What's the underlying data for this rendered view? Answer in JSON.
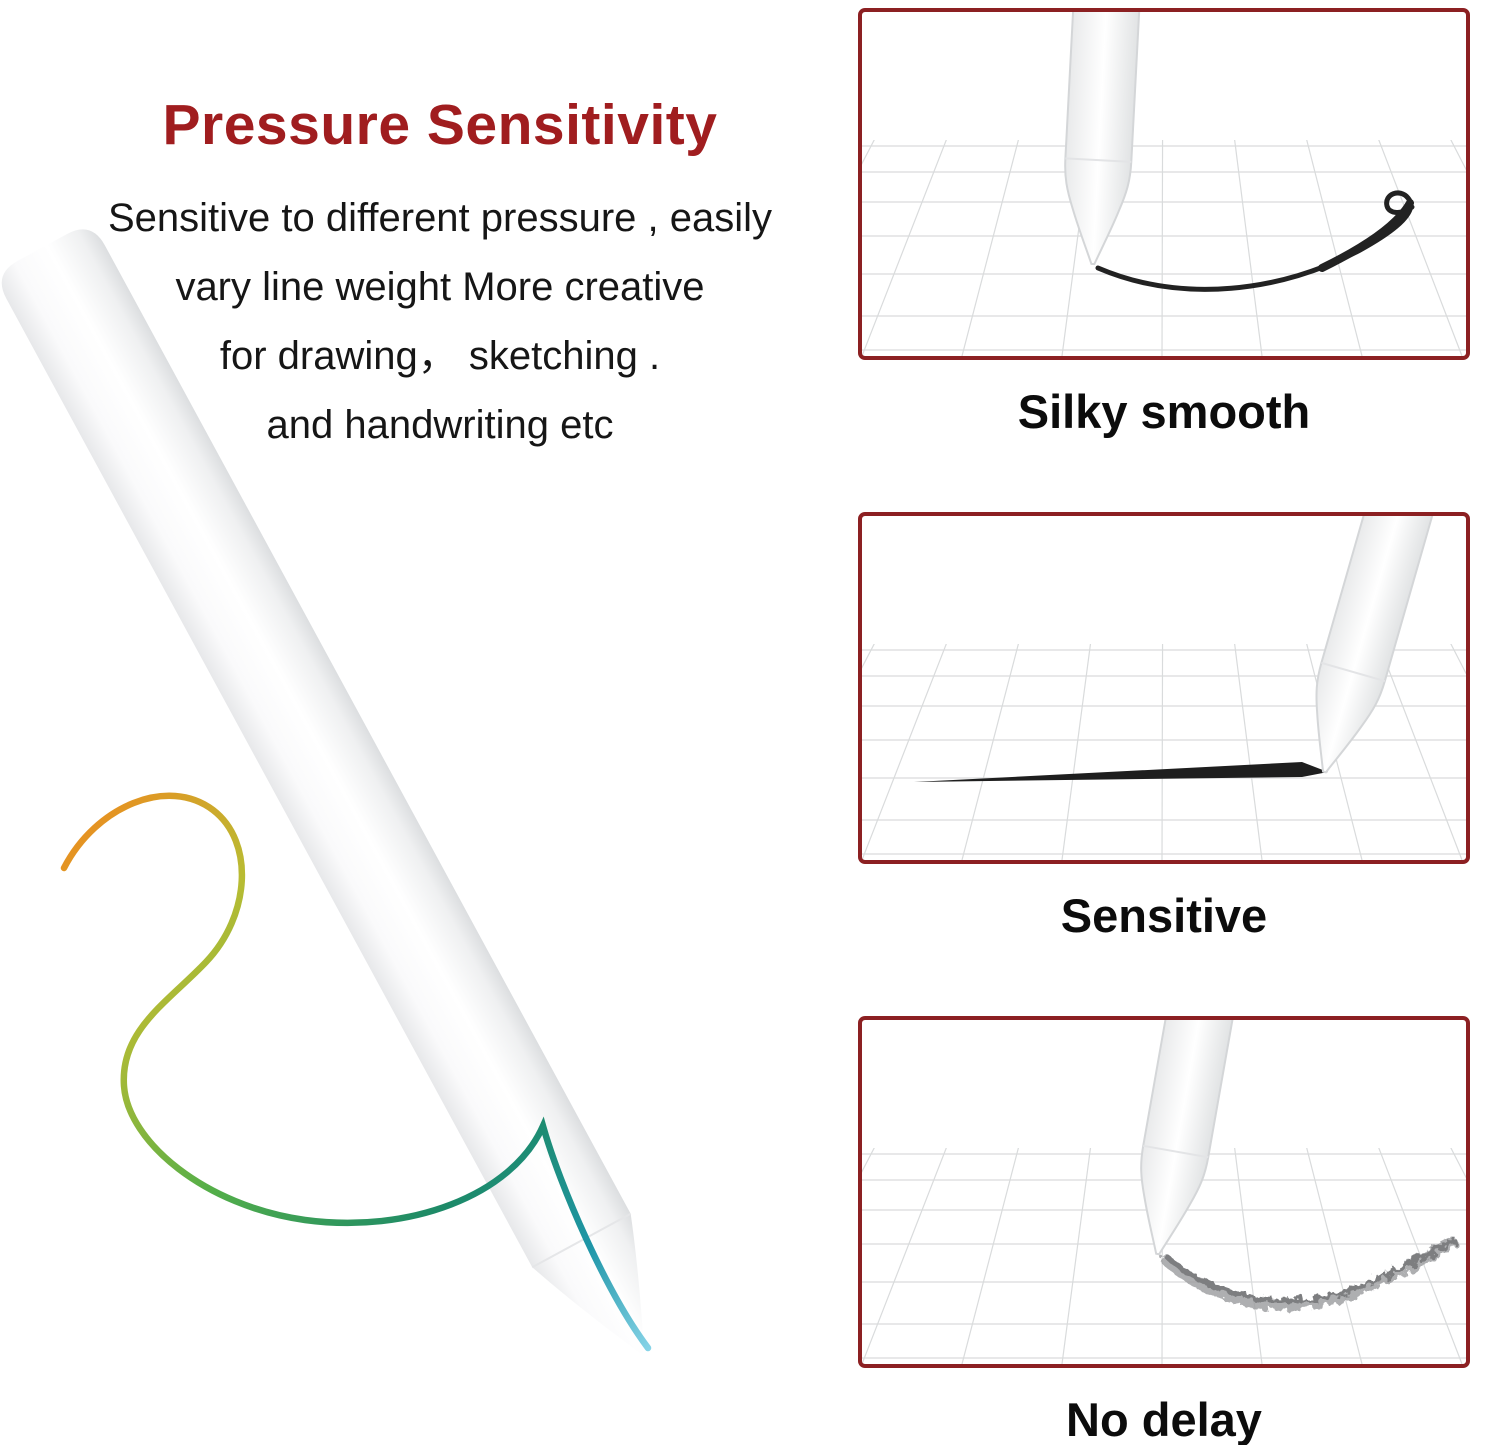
{
  "page": {
    "background_color": "#ffffff",
    "left_section": {
      "title": "Pressure Sensitivity",
      "title_color": "#a01d1f",
      "description_lines": [
        "Sensitive to different pressure , easily",
        "vary line weight More creative",
        "for drawing，  sketching .",
        "and handwriting etc"
      ],
      "illustration": "white-stylus-pen-with-color-swirl"
    },
    "feature_panels": [
      {
        "caption": "Silky smooth",
        "illustration": "pen-tip-drawing-curved-smooth-stroke-on-grid"
      },
      {
        "caption": "Sensitive",
        "illustration": "pen-tip-drawing-straight-tapered-stroke-on-grid"
      },
      {
        "caption": "No delay",
        "illustration": "pen-tip-drawing-sketchy-pencil-stroke-on-grid"
      }
    ],
    "panel_border_color": "#8c2022",
    "grid_line_color": "#d9dbdc",
    "stroke_color": "#222222",
    "sketch_stroke_color": "#8f9092",
    "swirl_gradient_colors": [
      "#ee8b1f",
      "#b8bc33",
      "#53ae49",
      "#1d8a68",
      "#1f96a8",
      "#8ed8ec"
    ]
  }
}
